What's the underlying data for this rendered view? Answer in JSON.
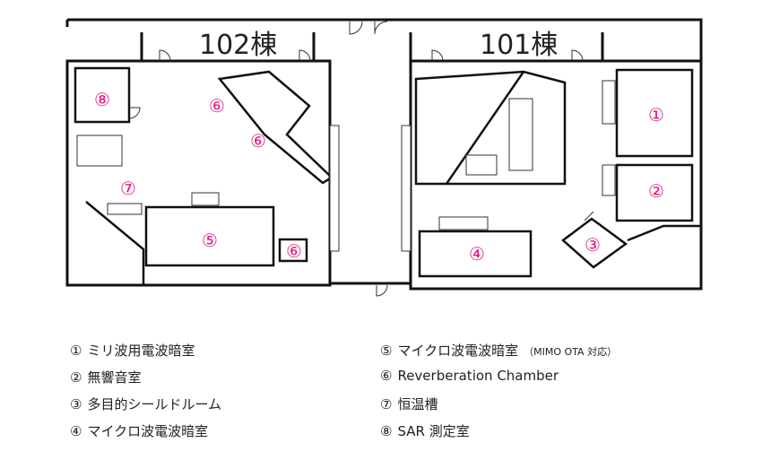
{
  "buildings": {
    "b102": "102棟",
    "b101": "101棟"
  },
  "room_markers": {
    "m1": "①",
    "m2": "②",
    "m3": "③",
    "m4": "④",
    "m5": "⑤",
    "m6a": "⑥",
    "m6b": "⑥",
    "m6c": "⑥",
    "m7": "⑦",
    "m8": "⑧"
  },
  "legend": {
    "left": [
      {
        "num": "①",
        "label": "ミリ波用電波暗室"
      },
      {
        "num": "②",
        "label": "無響音室"
      },
      {
        "num": "③",
        "label": "多目的シールドルーム"
      },
      {
        "num": "④",
        "label": "マイクロ波電波暗室"
      }
    ],
    "right": [
      {
        "num": "⑤",
        "label": "マイクロ波電波暗室",
        "note": "（MIMO OTA 対応）"
      },
      {
        "num": "⑥",
        "label": "Reverberation Chamber",
        "note": ""
      },
      {
        "num": "⑦",
        "label": "恒温槽",
        "note": ""
      },
      {
        "num": "⑧",
        "label": "SAR 測定室",
        "note": ""
      }
    ]
  },
  "colors": {
    "wall": "#111111",
    "marker": "#e0157e",
    "text": "#222222"
  }
}
